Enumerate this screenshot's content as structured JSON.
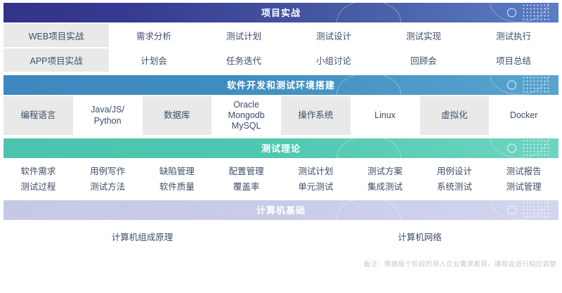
{
  "colors": {
    "band1_start": "#33338a",
    "band1_end": "#5a7dc4",
    "band2_start": "#3d88be",
    "band2_end": "#59a4cf",
    "band3_start": "#4cc4ad",
    "band3_end": "#6ed4c2",
    "band4_start": "#c6c9e6",
    "band4_end": "#d2d5ee",
    "cell_shaded": "#e9e9e9",
    "text": "#3e4d66",
    "note_text": "#c2c6d4"
  },
  "sections": {
    "project_practice": {
      "title": "项目实战",
      "rows": [
        {
          "lead": "WEB项目实战",
          "items": [
            "需求分析",
            "测试计划",
            "测试设计",
            "测试实现",
            "测试执行"
          ]
        },
        {
          "lead": "APP项目实战",
          "items": [
            "计划会",
            "任务迭代",
            "小组讨论",
            "回顾会",
            "项目总结"
          ]
        }
      ]
    },
    "dev_env": {
      "title": "软件开发和测试环境搭建",
      "tiles": [
        "编程语言",
        "Java/JS/\nPython",
        "数据库",
        "Oracle\nMongodb\nMySQL",
        "操作系统",
        "Linux",
        "虚拟化",
        "Docker"
      ]
    },
    "test_theory": {
      "title": "测试理论",
      "columns": [
        {
          "top": "软件需求",
          "bottom": "测试过程"
        },
        {
          "top": "用例写作",
          "bottom": "测试方法"
        },
        {
          "top": "缺陷管理",
          "bottom": "软件质量"
        },
        {
          "top": "配置管理",
          "bottom": "覆盖率"
        },
        {
          "top": "测试计划",
          "bottom": "单元测试"
        },
        {
          "top": "测试方案",
          "bottom": "集成测试"
        },
        {
          "top": "用例设计",
          "bottom": "系统测试"
        },
        {
          "top": "测试报告",
          "bottom": "测试管理"
        }
      ]
    },
    "cs_basics": {
      "title": "计算机基础",
      "items": [
        "计算机组成原理",
        "计算机网络"
      ]
    }
  },
  "note": "备注：根据每个阶段的用人企业需求差异，课程会进行相应调整"
}
